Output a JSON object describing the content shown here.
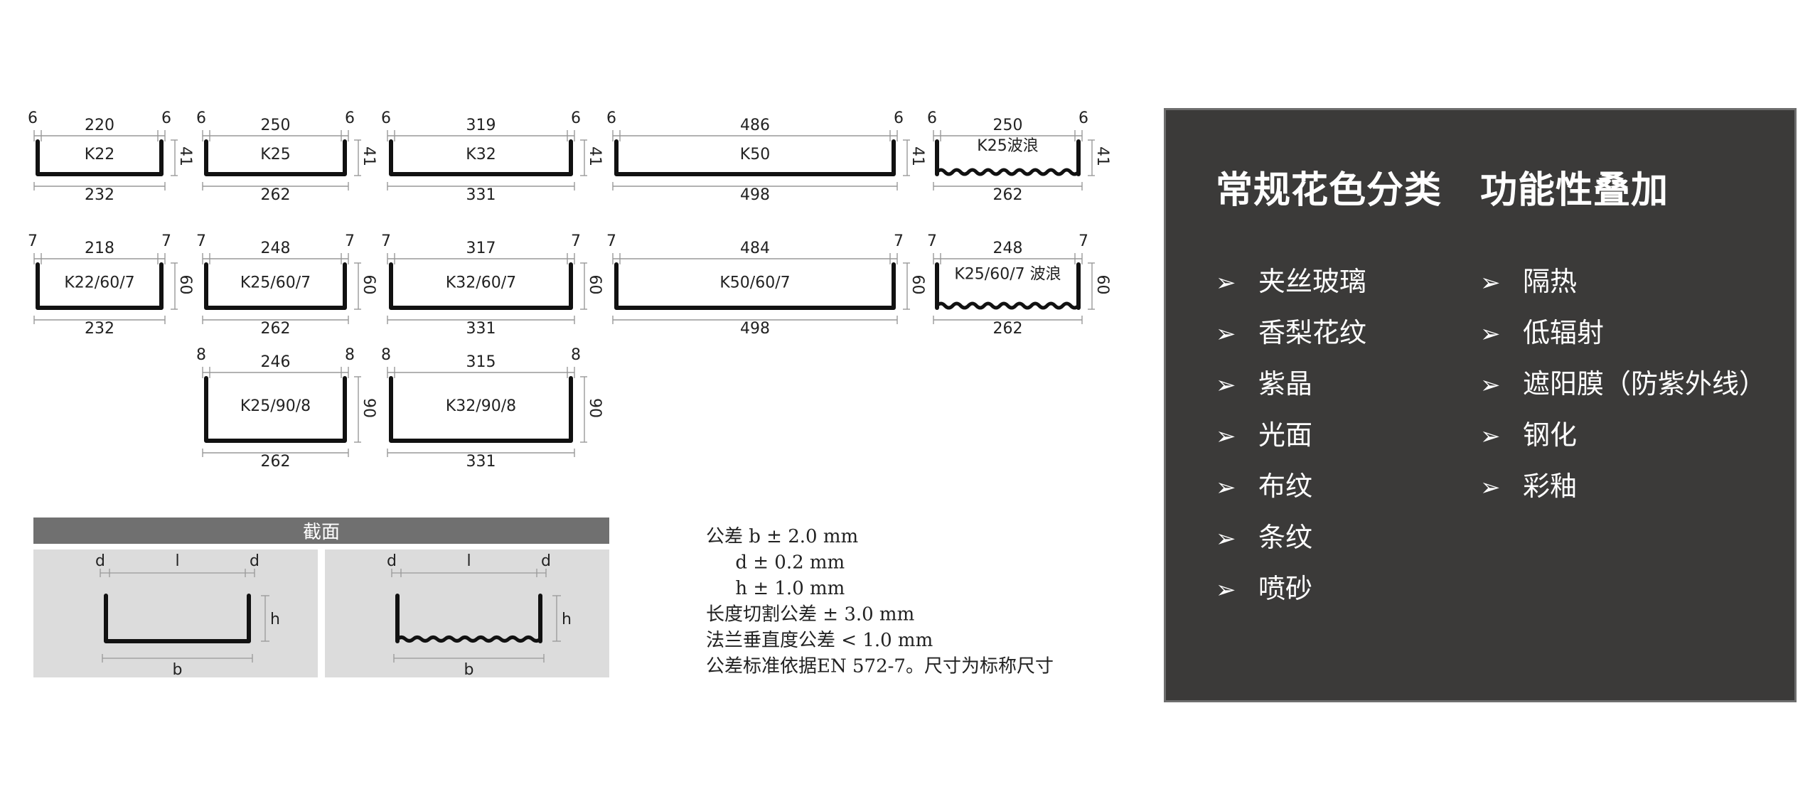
{
  "profiles": [
    {
      "name": "K22",
      "d": "6",
      "l": "220",
      "b": "232",
      "h": "41",
      "wave": false
    },
    {
      "name": "K25",
      "d": "6",
      "l": "250",
      "b": "262",
      "h": "41",
      "wave": false
    },
    {
      "name": "K32",
      "d": "6",
      "l": "319",
      "b": "331",
      "h": "41",
      "wave": false
    },
    {
      "name": "K50",
      "d": "6",
      "l": "486",
      "b": "498",
      "h": "41",
      "wave": false
    },
    {
      "name": "K25波浪",
      "d": "6",
      "l": "250",
      "b": "262",
      "h": "41",
      "wave": true
    },
    {
      "name": "K22/60/7",
      "d": "7",
      "l": "218",
      "b": "232",
      "h": "60",
      "wave": false
    },
    {
      "name": "K25/60/7",
      "d": "7",
      "l": "248",
      "b": "262",
      "h": "60",
      "wave": false
    },
    {
      "name": "K32/60/7",
      "d": "7",
      "l": "317",
      "b": "331",
      "h": "60",
      "wave": false
    },
    {
      "name": "K50/60/7",
      "d": "7",
      "l": "484",
      "b": "498",
      "h": "60",
      "wave": false
    },
    {
      "name": "K25/60/7 波浪",
      "d": "7",
      "l": "248",
      "b": "262",
      "h": "60",
      "wave": true
    },
    {
      "name": "K25/90/8",
      "d": "8",
      "l": "246",
      "b": "262",
      "h": "90",
      "wave": false
    },
    {
      "name": "K32/90/8",
      "d": "8",
      "l": "315",
      "b": "331",
      "h": "90",
      "wave": false
    }
  ],
  "section": {
    "title": "截面",
    "labels": {
      "d": "d",
      "l": "l",
      "h": "h",
      "b": "b"
    }
  },
  "tolerance_lines": [
    "公差 b ± 2.0 mm",
    "     d ± 0.2 mm",
    "     h ± 1.0 mm",
    "长度切割公差 ± 3.0 mm",
    "法兰垂直度公差 < 1.0 mm",
    "公差标准依据EN 572-7。尺寸为标称尺寸"
  ],
  "panel": {
    "col1_title": "常规花色分类",
    "col2_title": "功能性叠加",
    "arrow": "➢",
    "col1_items": [
      "夹丝玻璃",
      "香梨花纹",
      "紫晶",
      "光面",
      "布纹",
      "条纹",
      "喷砂"
    ],
    "col2_items": [
      "隔热",
      "低辐射",
      "遮阳膜（防紫外线）",
      "钢化",
      "彩釉"
    ],
    "bg_color": "#3b3a39"
  }
}
